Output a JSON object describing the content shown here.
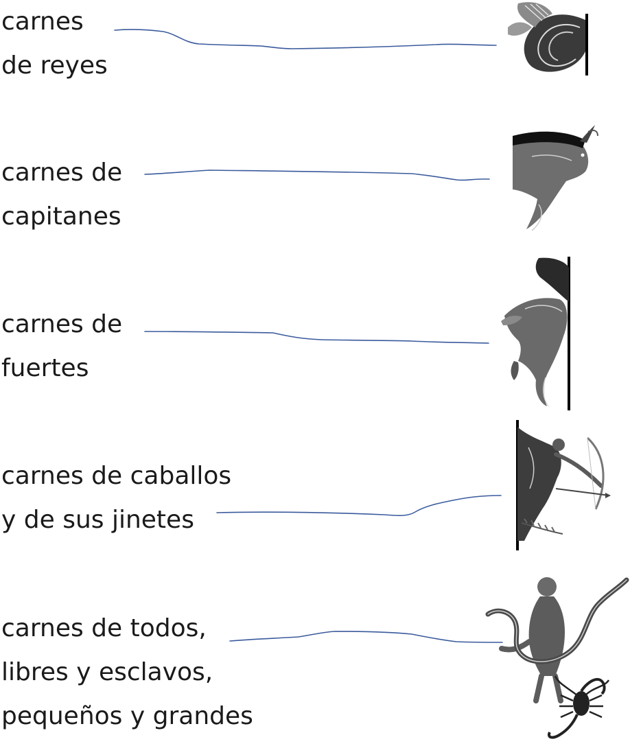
{
  "rows": [
    {
      "lines": [
        "carnes",
        "de reyes"
      ],
      "icon": "fish-tail-creature-icon"
    },
    {
      "lines": [
        "carnes de",
        "capitanes"
      ],
      "icon": "goat-creature-icon"
    },
    {
      "lines": [
        "carnes de",
        "fuertes"
      ],
      "icon": "bull-icon"
    },
    {
      "lines": [
        "carnes de caballos",
        "y de sus jinetes"
      ],
      "icon": "centaur-archer-icon"
    },
    {
      "lines": [
        "carnes de todos,",
        "libres y esclavos,",
        "pequeños y grandes"
      ],
      "icon": "snake-bearer-scorpion-icon"
    }
  ],
  "colors": {
    "text": "#1a1a1a",
    "connector": "#3a5a9c"
  }
}
